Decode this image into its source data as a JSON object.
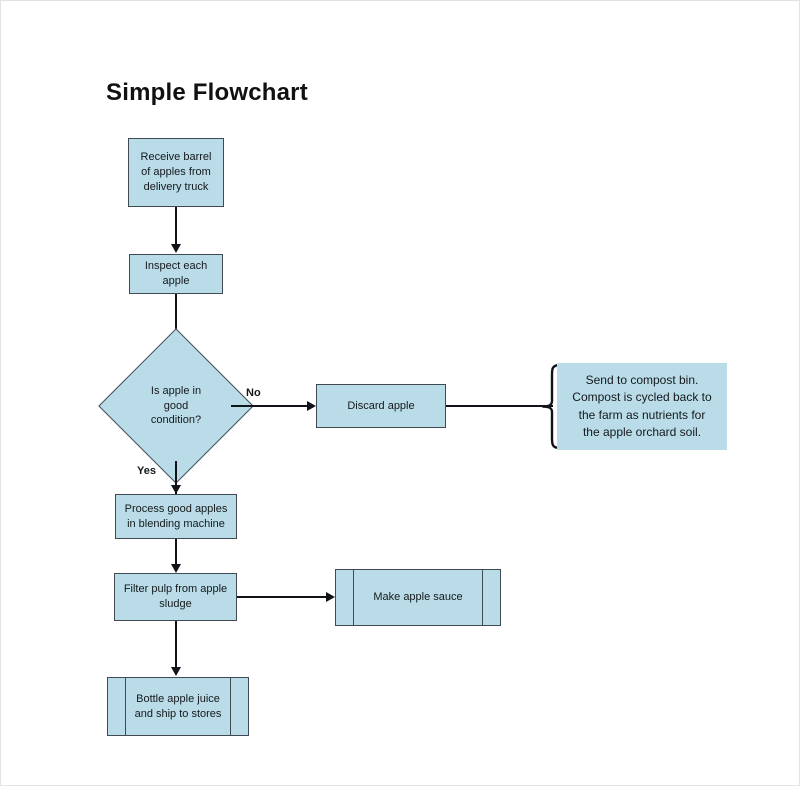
{
  "diagram": {
    "title": "Simple Flowchart",
    "colors": {
      "node_fill": "#b9dce8",
      "node_border": "#3f4a52",
      "connector": "#101418",
      "background": "#ffffff",
      "text": "#15191c"
    },
    "nodes": [
      {
        "id": "receive",
        "type": "process",
        "label": "Receive barrel\nof apples from\ndelivery truck"
      },
      {
        "id": "inspect",
        "type": "process",
        "label": "Inspect each\napple"
      },
      {
        "id": "decision",
        "type": "decision",
        "label": "Is apple in\ngood\ncondition?"
      },
      {
        "id": "discard",
        "type": "process",
        "label": "Discard apple"
      },
      {
        "id": "compost_note",
        "type": "annotation",
        "label": "Send to compost bin.\nCompost is cycled back to\nthe farm as nutrients for\nthe apple orchard soil."
      },
      {
        "id": "process_good",
        "type": "process",
        "label": "Process good apples\nin blending machine"
      },
      {
        "id": "filter",
        "type": "process",
        "label": "Filter pulp from apple\nsludge"
      },
      {
        "id": "sauce",
        "type": "predefined-process",
        "label": "Make apple sauce"
      },
      {
        "id": "bottle",
        "type": "predefined-process",
        "label": "Bottle apple juice\nand ship to stores"
      }
    ],
    "edges": [
      {
        "id": "e1",
        "from": "receive",
        "to": "inspect",
        "label": ""
      },
      {
        "id": "e2",
        "from": "inspect",
        "to": "decision",
        "label": ""
      },
      {
        "id": "e3",
        "from": "decision",
        "to": "discard",
        "label": "No"
      },
      {
        "id": "e4",
        "from": "discard",
        "to": "compost_note",
        "label": ""
      },
      {
        "id": "e5",
        "from": "decision",
        "to": "process_good",
        "label": "Yes"
      },
      {
        "id": "e6",
        "from": "process_good",
        "to": "filter",
        "label": ""
      },
      {
        "id": "e7",
        "from": "filter",
        "to": "sauce",
        "label": ""
      },
      {
        "id": "e8",
        "from": "filter",
        "to": "bottle",
        "label": ""
      }
    ],
    "edge_labels": {
      "no": "No",
      "yes": "Yes"
    }
  }
}
